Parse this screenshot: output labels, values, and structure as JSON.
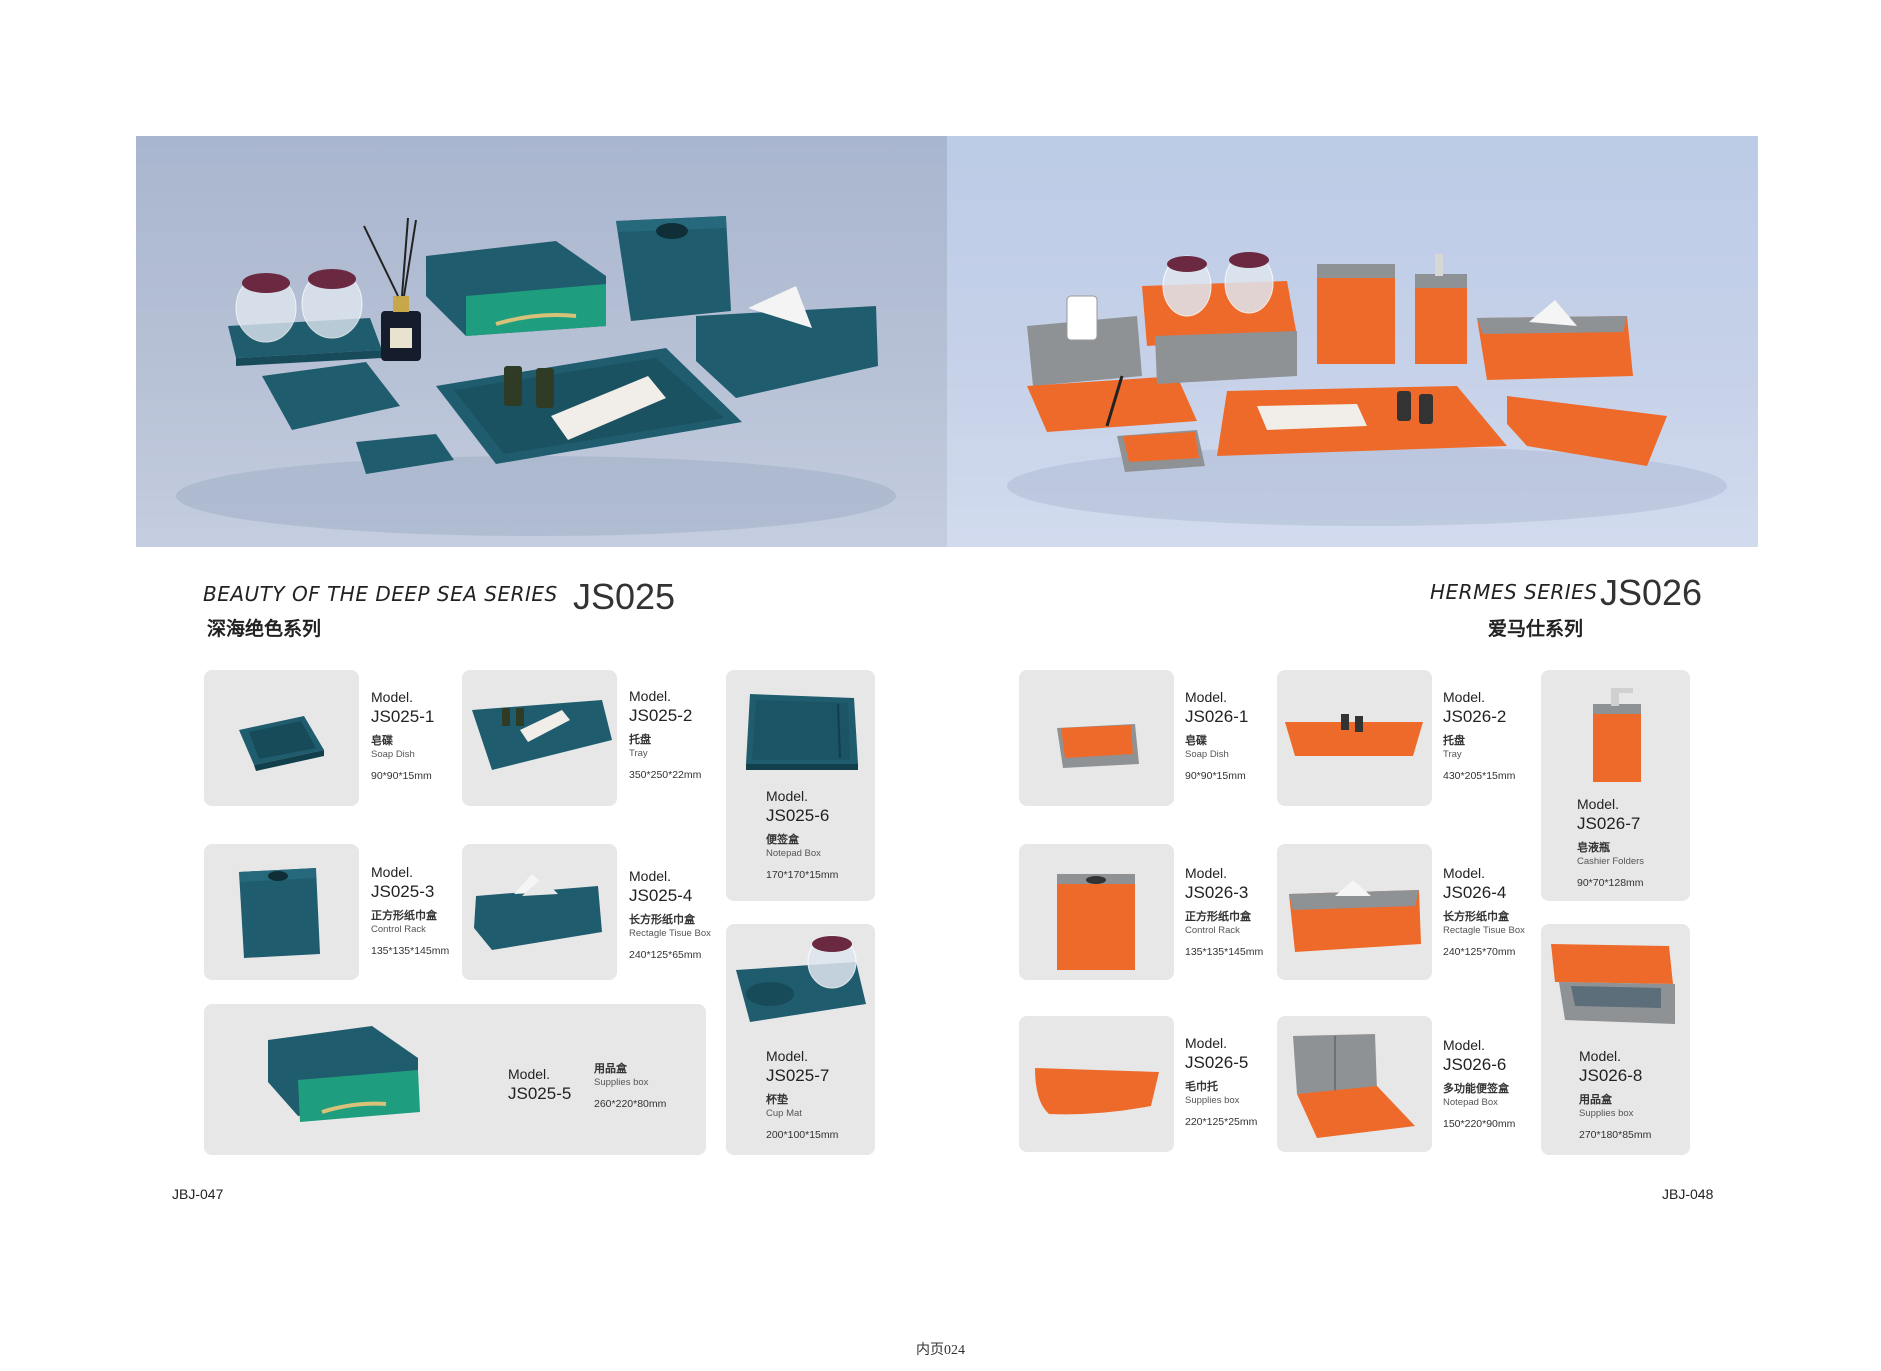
{
  "colors": {
    "teal": "#1f5c6e",
    "teal_dark": "#174b5a",
    "green": "#1e9e7f",
    "orange": "#ee6a2a",
    "grey": "#8f9295",
    "card_bg": "#e7e7e7"
  },
  "left": {
    "series_en": "BEAUTY OF THE DEEP SEA SERIES",
    "series_code": "JS025",
    "series_cn": "深海绝色系列",
    "page": "JBJ-047",
    "items": [
      {
        "label": "Model.",
        "model": "JS025-1",
        "cn": "皂碟",
        "en": "Soap Dish",
        "dim": "90*90*15mm"
      },
      {
        "label": "Model.",
        "model": "JS025-2",
        "cn": "托盘",
        "en": "Tray",
        "dim": "350*250*22mm"
      },
      {
        "label": "Model.",
        "model": "JS025-3",
        "cn": "正方形纸巾盒",
        "en": "Control Rack",
        "dim": "135*135*145mm"
      },
      {
        "label": "Model.",
        "model": "JS025-4",
        "cn": "长方形纸巾盒",
        "en": "Rectagle Tisue Box",
        "dim": "240*125*65mm"
      },
      {
        "label": "Model.",
        "model": "JS025-5",
        "cn": "用品盒",
        "en": "Supplies box",
        "dim": "260*220*80mm"
      },
      {
        "label": "Model.",
        "model": "JS025-6",
        "cn": "便签盒",
        "en": "Notepad Box",
        "dim": "170*170*15mm"
      },
      {
        "label": "Model.",
        "model": "JS025-7",
        "cn": "杯垫",
        "en": "Cup Mat",
        "dim": "200*100*15mm"
      }
    ]
  },
  "right": {
    "series_en": "HERMES SERIES",
    "series_code": "JS026",
    "series_cn": "爱马仕系列",
    "page": "JBJ-048",
    "items": [
      {
        "label": "Model.",
        "model": "JS026-1",
        "cn": "皂碟",
        "en": "Soap Dish",
        "dim": "90*90*15mm"
      },
      {
        "label": "Model.",
        "model": "JS026-2",
        "cn": "托盘",
        "en": "Tray",
        "dim": "430*205*15mm"
      },
      {
        "label": "Model.",
        "model": "JS026-3",
        "cn": "正方形纸巾盒",
        "en": "Control Rack",
        "dim": "135*135*145mm"
      },
      {
        "label": "Model.",
        "model": "JS026-4",
        "cn": "长方形纸巾盒",
        "en": "Rectagle Tisue Box",
        "dim": "240*125*70mm"
      },
      {
        "label": "Model.",
        "model": "JS026-5",
        "cn": "毛巾托",
        "en": "Supplies box",
        "dim": "220*125*25mm"
      },
      {
        "label": "Model.",
        "model": "JS026-6",
        "cn": "多功能便签盒",
        "en": "Notepad Box",
        "dim": "150*220*90mm"
      },
      {
        "label": "Model.",
        "model": "JS026-7",
        "cn": "皂液瓶",
        "en": "Cashier Folders",
        "dim": "90*70*128mm"
      },
      {
        "label": "Model.",
        "model": "JS026-8",
        "cn": "用品盒",
        "en": "Supplies box",
        "dim": "270*180*85mm"
      }
    ]
  },
  "footer": "内页024"
}
